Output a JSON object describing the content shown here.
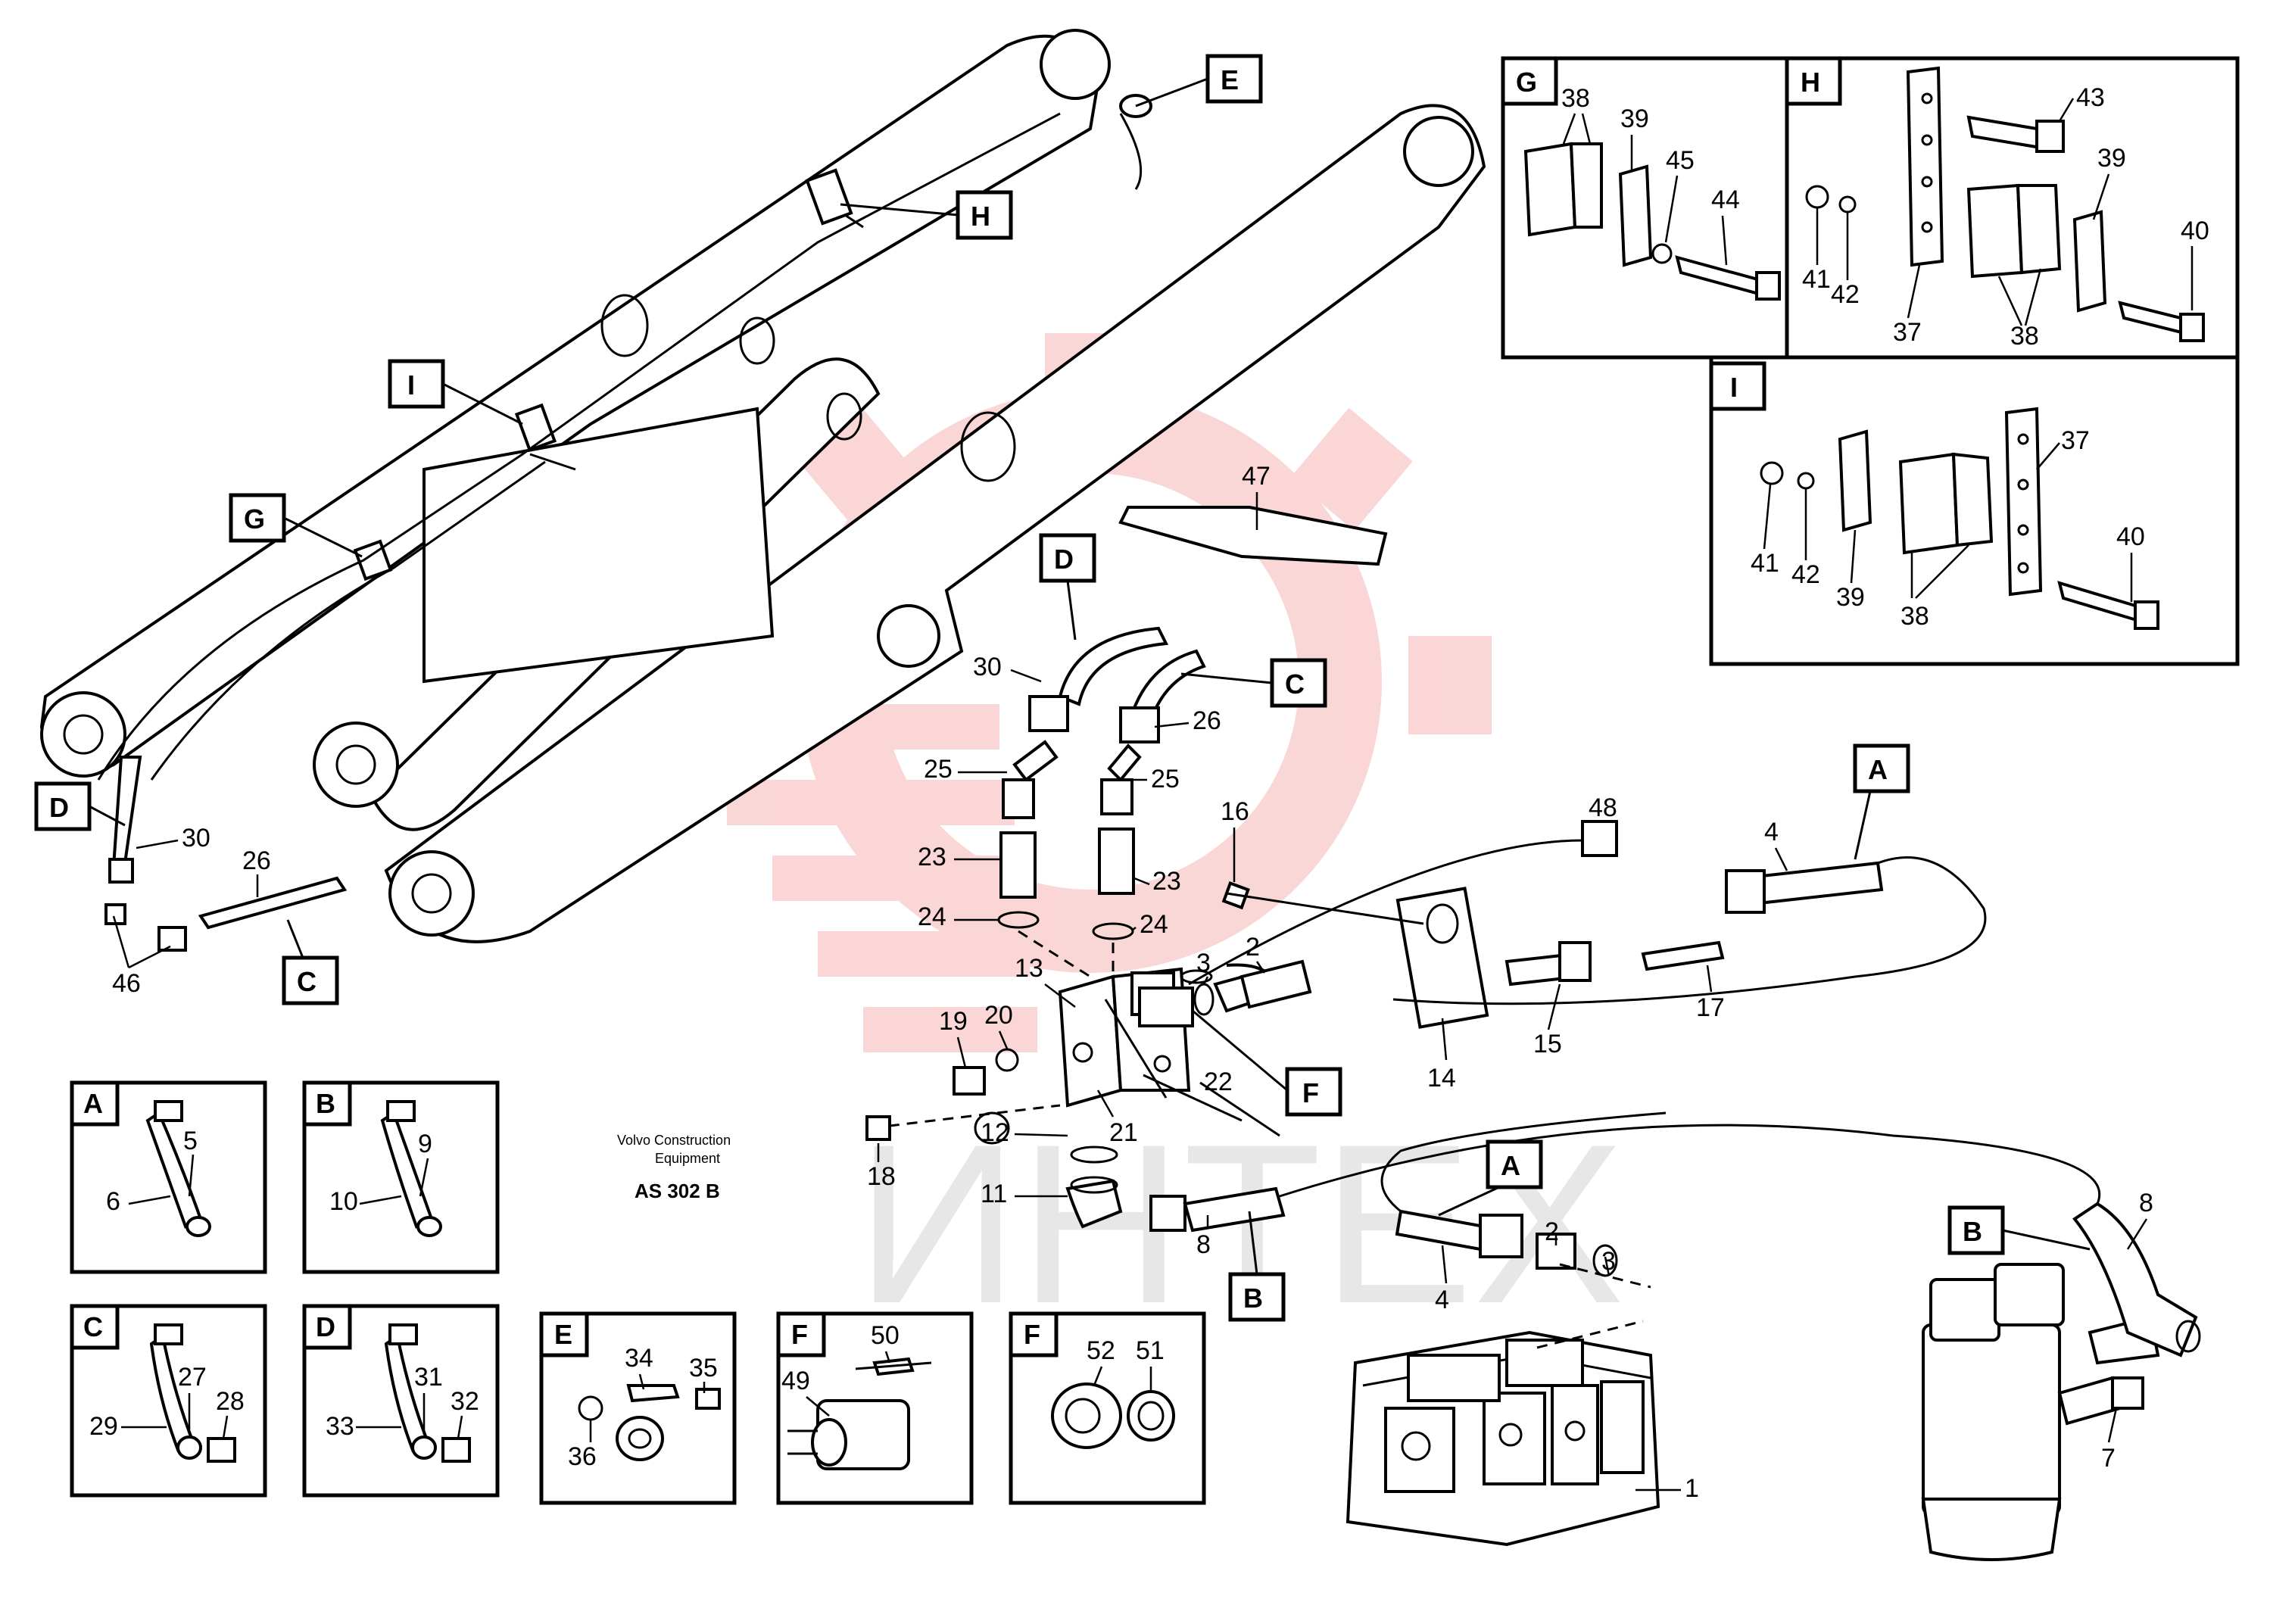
{
  "footer": {
    "maker_line1": "Volvo Construction",
    "maker_line2": "Equipment",
    "drawing_code": "AS 302 B"
  },
  "watermark": {
    "text": "ИНТЕХ",
    "gear_color": "#f28c8c"
  },
  "view_tags": {
    "E": "E",
    "H": "H",
    "I": "I",
    "G": "G",
    "D1": "D",
    "C1": "C",
    "D2": "D",
    "C2": "C",
    "A1": "A",
    "F1": "F",
    "B1": "B",
    "A2": "A",
    "B2": "B"
  },
  "callouts": {
    "n47": "47",
    "n30a": "30",
    "n26a": "26",
    "n25a": "25",
    "n25b": "25",
    "n23a": "23",
    "n23b": "23",
    "n24a": "24",
    "n24b": "24",
    "n16": "16",
    "n48": "48",
    "n4a": "4",
    "n2a": "2",
    "n3a": "3",
    "n13": "13",
    "n19": "19",
    "n20": "20",
    "n14": "14",
    "n15": "15",
    "n17": "17",
    "n22": "22",
    "n12": "12",
    "n21": "21",
    "n18": "18",
    "n11": "11",
    "n8a": "8",
    "n30b": "30",
    "n26b": "26",
    "n46": "46",
    "n2b": "2",
    "n3b": "3",
    "n4b": "4",
    "n1": "1",
    "n8b": "8",
    "n7": "7"
  },
  "inset_G": {
    "tag": "G",
    "n38": "38",
    "n39": "39",
    "n45": "45",
    "n44": "44"
  },
  "inset_H": {
    "tag": "H",
    "n43": "43",
    "n39": "39",
    "n40": "40",
    "n41": "41",
    "n42": "42",
    "n37": "37",
    "n38": "38"
  },
  "inset_I": {
    "tag": "I",
    "n37": "37",
    "n40": "40",
    "n41": "41",
    "n42": "42",
    "n39": "39",
    "n38": "38"
  },
  "detail_boxes": [
    {
      "tag": "A",
      "n_a": "5",
      "n_b": "6"
    },
    {
      "tag": "B",
      "n_a": "9",
      "n_b": "10"
    },
    {
      "tag": "C",
      "n_a": "27",
      "n_b": "29",
      "n_c": "28"
    },
    {
      "tag": "D",
      "n_a": "31",
      "n_b": "33",
      "n_c": "32"
    },
    {
      "tag": "E",
      "n_a": "34",
      "n_b": "35",
      "n_c": "36"
    },
    {
      "tag": "F",
      "n_a": "50",
      "n_b": "49"
    },
    {
      "tag": "F",
      "n_a": "52",
      "n_b": "51"
    }
  ]
}
